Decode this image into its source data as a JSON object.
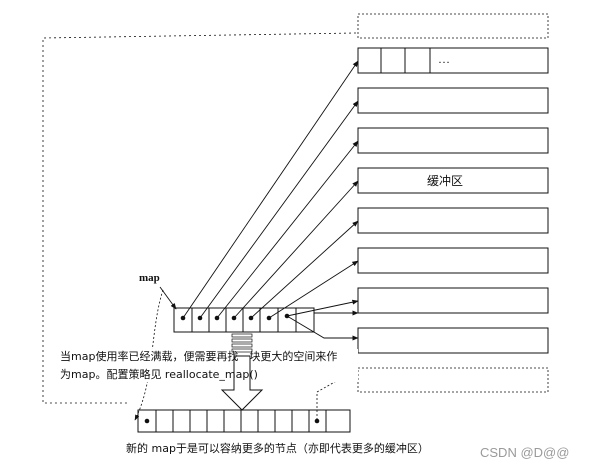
{
  "labels": {
    "map": "map",
    "ellipsis": "…",
    "buffer": "缓冲区",
    "note_line1": "当map使用率已经满载，便需要再找一块更大的空间来作",
    "note_line2": "为map。配置策略见 reallocate_map()",
    "caption": "新的 map于是可以容纳更多的节点（亦即代表更多的缓冲区）",
    "watermark": "CSDN @D@@"
  }
}
